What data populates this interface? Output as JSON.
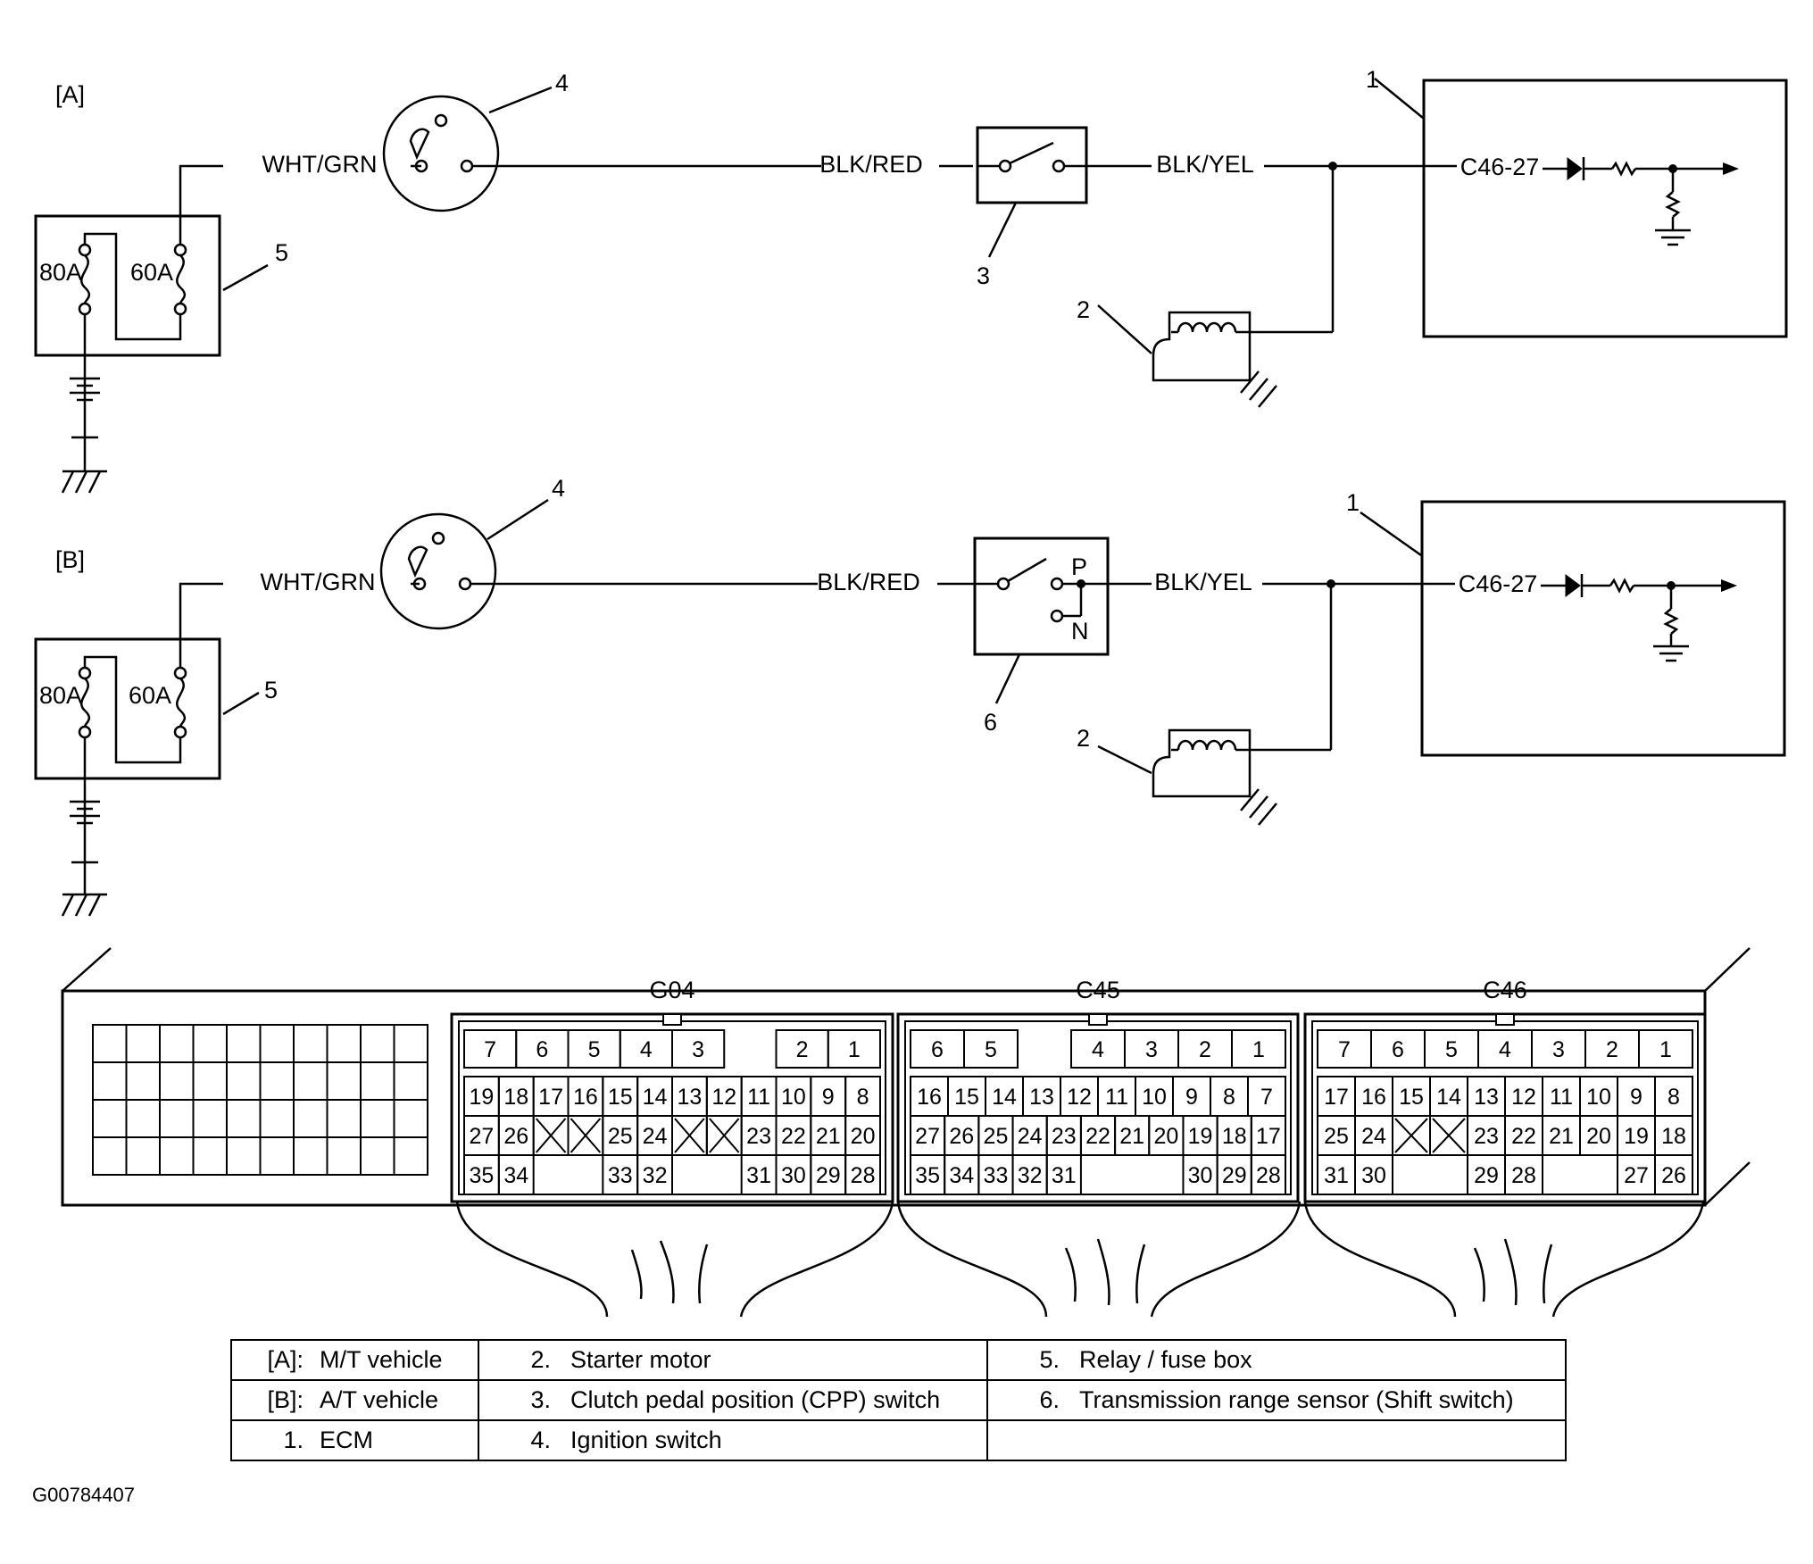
{
  "variants": [
    {
      "tag": "[A]",
      "fuse_main": "80A",
      "fuse_sub": "60A",
      "wire_fuse_to_ign": "WHT/GRN",
      "wire_ign_to_switch": "BLK/RED",
      "wire_switch_to_ecm": "BLK/YEL",
      "ecm_terminal": "C46-27",
      "switch_pos_p": "",
      "switch_pos_n": "",
      "callouts": {
        "ecm": "1",
        "starter": "2",
        "switch": "3",
        "ignition": "4",
        "relay_box": "5"
      }
    },
    {
      "tag": "[B]",
      "fuse_main": "80A",
      "fuse_sub": "60A",
      "wire_fuse_to_ign": "WHT/GRN",
      "wire_ign_to_switch": "BLK/RED",
      "wire_switch_to_ecm": "BLK/YEL",
      "ecm_terminal": "C46-27",
      "switch_pos_p": "P",
      "switch_pos_n": "N",
      "callouts": {
        "ecm": "1",
        "starter": "2",
        "switch": "6",
        "ignition": "4",
        "relay_box": "5"
      }
    }
  ],
  "connectors": [
    {
      "name": "G04",
      "rows": [
        [
          "7",
          "6",
          "5",
          "4",
          "3",
          "",
          "2",
          "1"
        ],
        [
          "19",
          "18",
          "17",
          "16",
          "15",
          "14",
          "13",
          "12",
          "11",
          "10",
          "9",
          "8"
        ],
        [
          "27",
          "26",
          "x",
          "x",
          "25",
          "24",
          "x",
          "x",
          "23",
          "22",
          "21",
          "20"
        ],
        [
          "35",
          "34",
          "",
          "",
          "33",
          "32",
          "",
          "",
          "31",
          "30",
          "29",
          "28"
        ]
      ]
    },
    {
      "name": "C45",
      "rows": [
        [
          "6",
          "5",
          "",
          "4",
          "3",
          "2",
          "1"
        ],
        [
          "16",
          "15",
          "14",
          "13",
          "12",
          "11",
          "10",
          "9",
          "8",
          "7"
        ],
        [
          "27",
          "26",
          "25",
          "24",
          "23",
          "22",
          "21",
          "20",
          "19",
          "18",
          "17"
        ],
        [
          "35",
          "34",
          "33",
          "32",
          "31",
          "",
          "",
          "",
          "30",
          "29",
          "28"
        ]
      ]
    },
    {
      "name": "C46",
      "rows": [
        [
          "7",
          "6",
          "5",
          "4",
          "3",
          "2",
          "1"
        ],
        [
          "17",
          "16",
          "15",
          "14",
          "13",
          "12",
          "11",
          "10",
          "9",
          "8"
        ],
        [
          "25",
          "24",
          "x",
          "x",
          "23",
          "22",
          "21",
          "20",
          "19",
          "18"
        ],
        [
          "31",
          "30",
          "",
          "",
          "29",
          "28",
          "",
          "",
          "27",
          "26"
        ]
      ]
    }
  ],
  "legend": {
    "rows": [
      [
        {
          "key": "[A]:",
          "text": "M/T vehicle"
        },
        {
          "key": "2.",
          "text": "Starter motor"
        },
        {
          "key": "5.",
          "text": "Relay / fuse box"
        }
      ],
      [
        {
          "key": "[B]:",
          "text": "A/T vehicle"
        },
        {
          "key": "3.",
          "text": "Clutch pedal position (CPP) switch"
        },
        {
          "key": "6.",
          "text": "Transmission range sensor (Shift switch)"
        }
      ],
      [
        {
          "key": "1.",
          "text": "ECM"
        },
        {
          "key": "4.",
          "text": "Ignition switch"
        },
        {
          "key": "",
          "text": ""
        }
      ]
    ]
  },
  "figure_id": "G00784407"
}
